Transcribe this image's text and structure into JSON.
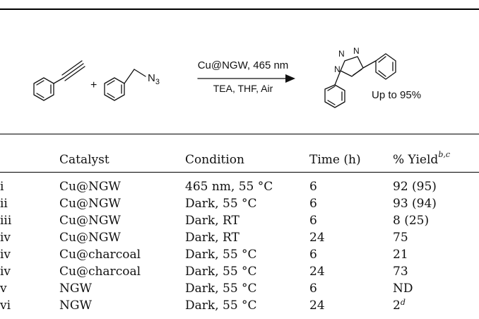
{
  "scheme": {
    "reagent_azide": "N",
    "reagent_azide_sub": "3",
    "plus": "+",
    "condition_above": "Cu@NGW, 465 nm",
    "condition_below": "TEA, THF, Air",
    "product_n_labels": [
      "N",
      "N",
      "N"
    ],
    "yield_note": "Up to 95%"
  },
  "table": {
    "headers": [
      {
        "text": "Catalyst",
        "sup": ""
      },
      {
        "text": "Condition",
        "sup": ""
      },
      {
        "text": "Time (h)",
        "sup": ""
      },
      {
        "text": "% Yield",
        "sup": "b,c"
      }
    ],
    "rows": [
      {
        "entry": "i",
        "catalyst": "Cu@NGW",
        "condition": "465 nm, 55 °C",
        "time": "6",
        "yield": "92 (95)",
        "sup": ""
      },
      {
        "entry": "ii",
        "catalyst": "Cu@NGW",
        "condition": "Dark, 55 °C",
        "time": "6",
        "yield": "93 (94)",
        "sup": ""
      },
      {
        "entry": "iii",
        "catalyst": "Cu@NGW",
        "condition": "Dark, RT",
        "time": "6",
        "yield": "8 (25)",
        "sup": ""
      },
      {
        "entry": "iv",
        "catalyst": "Cu@NGW",
        "condition": "Dark, RT",
        "time": "24",
        "yield": "75",
        "sup": ""
      },
      {
        "entry": "iv",
        "catalyst": "Cu@charcoal",
        "condition": "Dark, 55 °C",
        "time": "6",
        "yield": "21",
        "sup": ""
      },
      {
        "entry": "iv",
        "catalyst": "Cu@charcoal",
        "condition": "Dark, 55 °C",
        "time": "24",
        "yield": "73",
        "sup": ""
      },
      {
        "entry": "v",
        "catalyst": "NGW",
        "condition": "Dark, 55 °C",
        "time": "6",
        "yield": "ND",
        "sup": ""
      },
      {
        "entry": "vi",
        "catalyst": "NGW",
        "condition": "Dark, 55 °C",
        "time": "24",
        "yield": "2",
        "sup": "d"
      }
    ]
  }
}
